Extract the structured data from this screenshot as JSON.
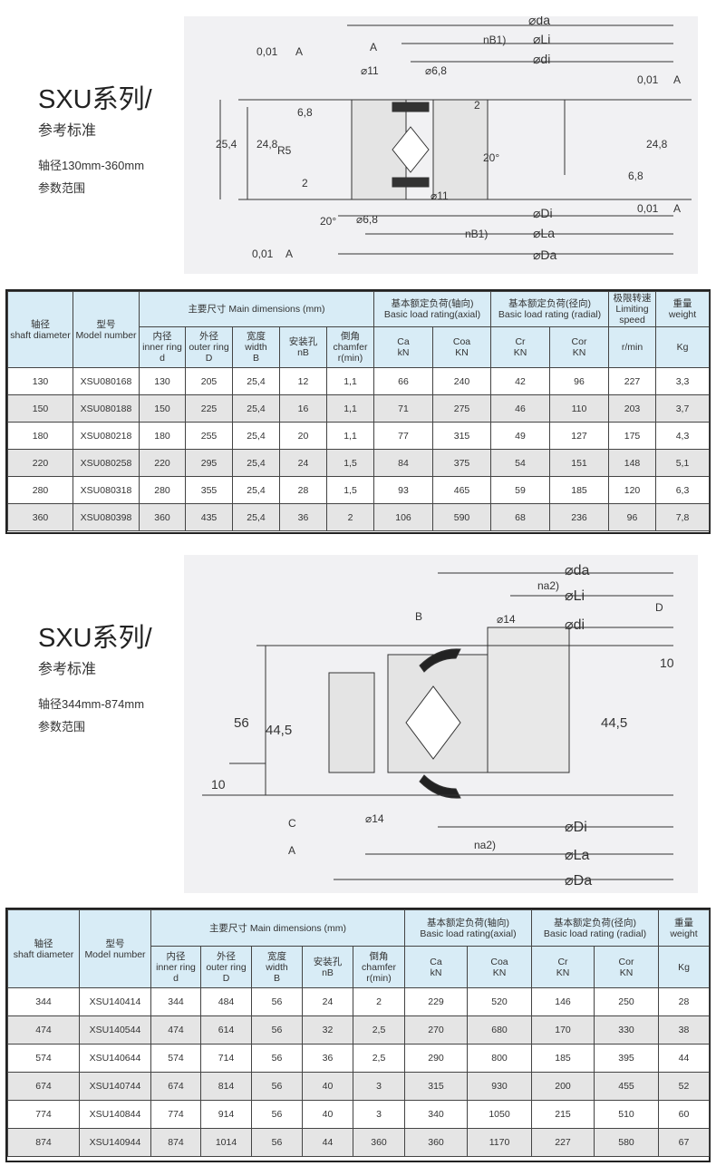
{
  "section1": {
    "title": "SXU系列/",
    "subtitle": "参考标准",
    "range": "轴径130mm-360mm",
    "range_label": "参数范围"
  },
  "section2": {
    "title": "SXU系列/",
    "subtitle": "参考标准",
    "range": "轴径344mm-874mm",
    "range_label": "参数范围"
  },
  "diagram1": {
    "labels": [
      "⌀da",
      "nB1)",
      "⌀Li",
      "⌀di",
      "0,01",
      "A",
      "A",
      "⌀11",
      "⌀6,8",
      "0,01",
      "A",
      "6,8",
      "25,4",
      "24,8",
      "R5",
      "2",
      "20°",
      "2",
      "24,8",
      "6,8",
      "⌀11",
      "0,01",
      "A",
      "20°",
      "⌀6,8",
      "⌀Di",
      "nB1)",
      "⌀La",
      "0,01",
      "A",
      "⌀Da"
    ]
  },
  "diagram2": {
    "labels": [
      "⌀da",
      "na2)",
      "⌀Li",
      "B",
      "⌀14",
      "⌀di",
      "D",
      "10",
      "56",
      "44,5",
      "44,5",
      "10",
      "C",
      "⌀14",
      "⌀Di",
      "A",
      "na2)",
      "⌀La",
      "⌀Da"
    ]
  },
  "headers": {
    "shaft": "轴径",
    "shaft_en": "shaft diameter",
    "model": "型号",
    "model_en": "Model number",
    "main": "主要尺寸 Main dimensions (mm)",
    "axial": "基本额定负荷(轴向)",
    "axial_en": "Basic load rating(axial)",
    "radial": "基本额定负荷(径向)",
    "radial_en": "Basic load rating (radial)",
    "speed": "极限转速",
    "speed_en": "Limiting speed",
    "weight": "重量",
    "weight_en": "weight",
    "d": "内径",
    "d_en": "inner ring",
    "d_sym": "d",
    "D": "外径",
    "D_en": "outer ring",
    "D_sym": "D",
    "B": "宽度",
    "B_en": "width",
    "B_sym": "B",
    "nB": "安装孔",
    "nB_sym": "nB",
    "r": "倒角",
    "r_en": "chamfer",
    "r_sym": "r(min)",
    "Ca": "Ca",
    "Ca_u": "kN",
    "Coa": "Coa",
    "Coa_u": "KN",
    "Cr": "Cr",
    "Cr_u": "KN",
    "Cor": "Cor",
    "Cor_u": "KN",
    "rpm": "r/min",
    "kg": "Kg"
  },
  "table1": [
    [
      "130",
      "XSU080168",
      "130",
      "205",
      "25,4",
      "12",
      "1,1",
      "66",
      "240",
      "42",
      "96",
      "227",
      "3,3"
    ],
    [
      "150",
      "XSU080188",
      "150",
      "225",
      "25,4",
      "16",
      "1,1",
      "71",
      "275",
      "46",
      "110",
      "203",
      "3,7"
    ],
    [
      "180",
      "XSU080218",
      "180",
      "255",
      "25,4",
      "20",
      "1,1",
      "77",
      "315",
      "49",
      "127",
      "175",
      "4,3"
    ],
    [
      "220",
      "XSU080258",
      "220",
      "295",
      "25,4",
      "24",
      "1,5",
      "84",
      "375",
      "54",
      "151",
      "148",
      "5,1"
    ],
    [
      "280",
      "XSU080318",
      "280",
      "355",
      "25,4",
      "28",
      "1,5",
      "93",
      "465",
      "59",
      "185",
      "120",
      "6,3"
    ],
    [
      "360",
      "XSU080398",
      "360",
      "435",
      "25,4",
      "36",
      "2",
      "106",
      "590",
      "68",
      "236",
      "96",
      "7,8"
    ]
  ],
  "table2": [
    [
      "344",
      "XSU140414",
      "344",
      "484",
      "56",
      "24",
      "2",
      "229",
      "520",
      "146",
      "250",
      "28"
    ],
    [
      "474",
      "XSU140544",
      "474",
      "614",
      "56",
      "32",
      "2,5",
      "270",
      "680",
      "170",
      "330",
      "38"
    ],
    [
      "574",
      "XSU140644",
      "574",
      "714",
      "56",
      "36",
      "2,5",
      "290",
      "800",
      "185",
      "395",
      "44"
    ],
    [
      "674",
      "XSU140744",
      "674",
      "814",
      "56",
      "40",
      "3",
      "315",
      "930",
      "200",
      "455",
      "52"
    ],
    [
      "774",
      "XSU140844",
      "774",
      "914",
      "56",
      "40",
      "3",
      "340",
      "1050",
      "215",
      "510",
      "60"
    ],
    [
      "874",
      "XSU140944",
      "874",
      "1014",
      "56",
      "44",
      "360",
      "360",
      "1170",
      "227",
      "580",
      "67"
    ]
  ]
}
